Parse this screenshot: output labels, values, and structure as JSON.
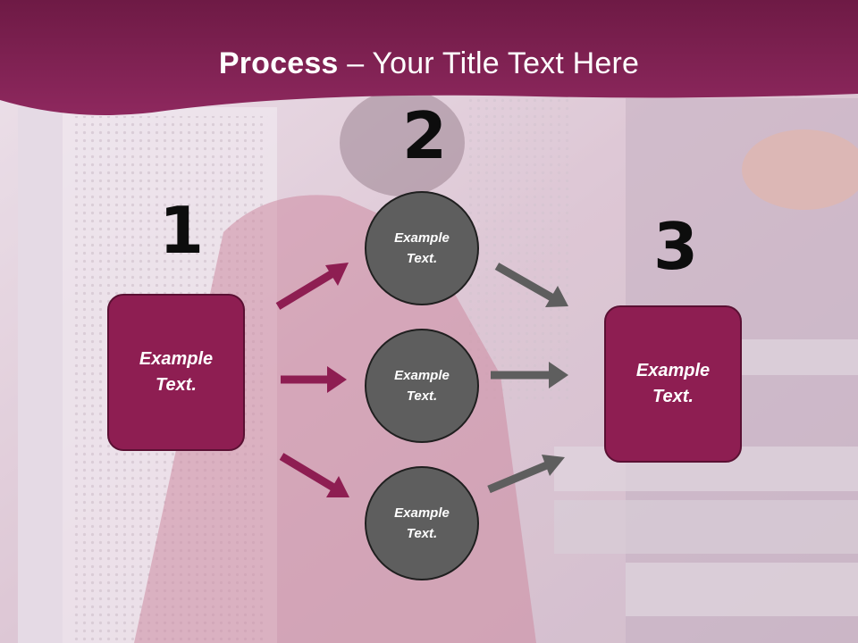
{
  "slide": {
    "title_bold": "Process",
    "title_rest": " – Your Title Text Here"
  },
  "steps": [
    {
      "number": "1",
      "text": "Example Text."
    },
    {
      "number": "2",
      "items": [
        "Example Text.",
        "Example Text.",
        "Example Text."
      ]
    },
    {
      "number": "3",
      "text": "Example Text."
    }
  ],
  "colors": {
    "accent": "#8e1e52",
    "header": "#7a1f4f",
    "circle": "#5e5e5e",
    "arrow_gray": "#5e5e5e"
  }
}
